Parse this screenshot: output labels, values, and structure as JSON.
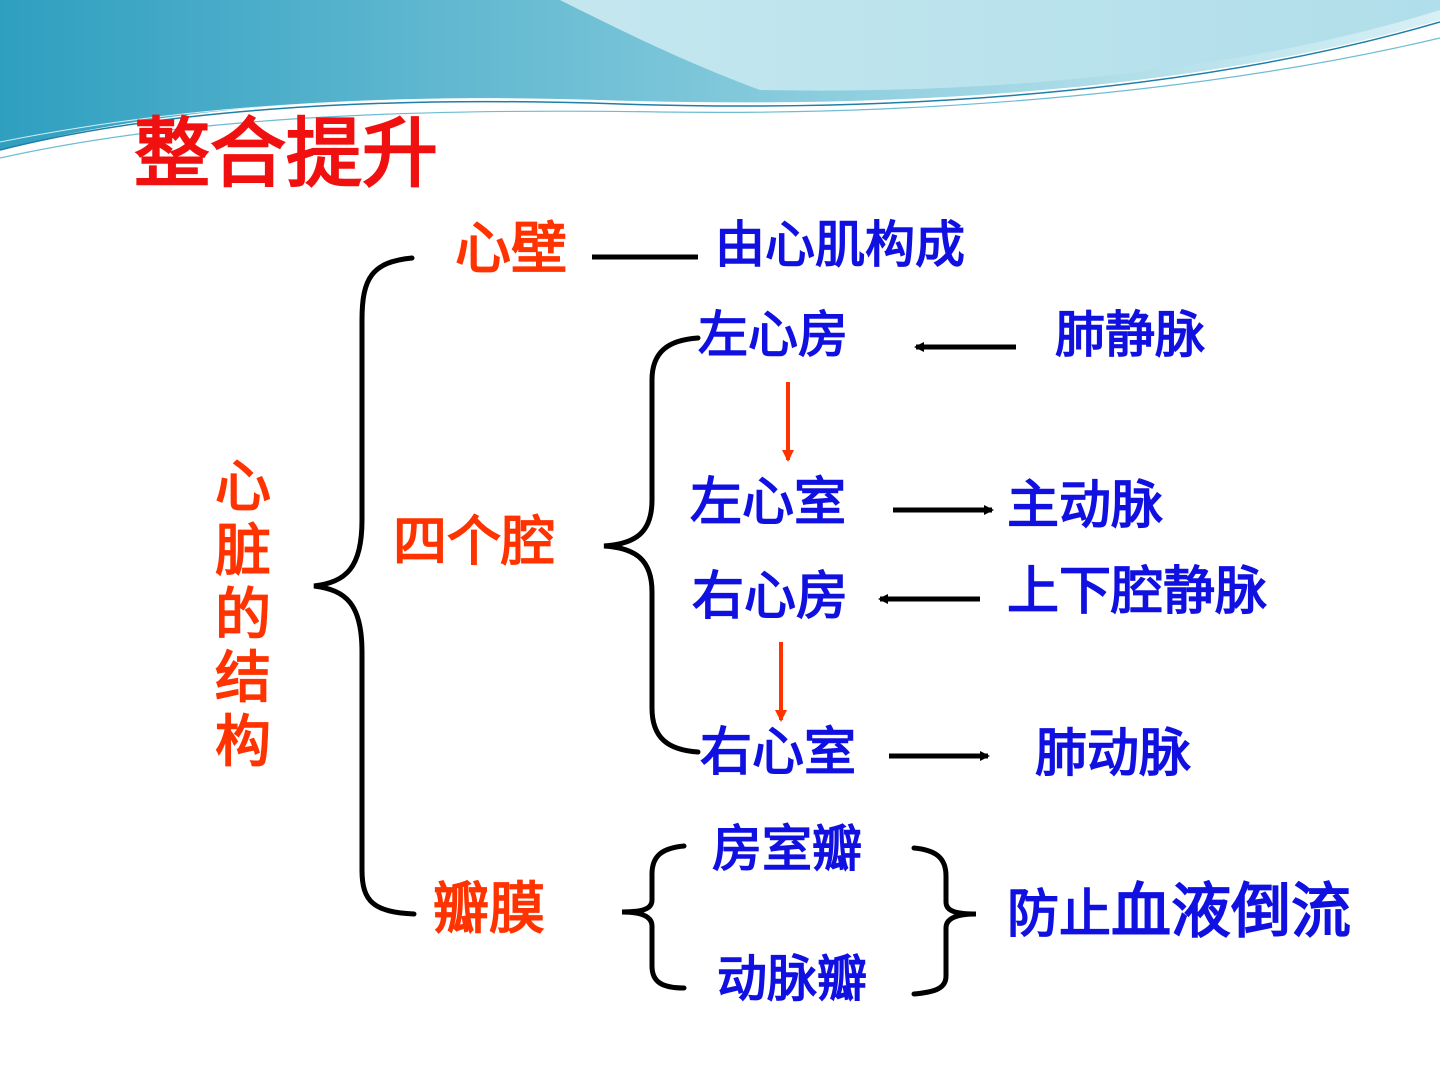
{
  "slide": {
    "title": "整合提升",
    "root": [
      "心",
      "脏",
      "的",
      "结",
      "构"
    ],
    "wall": {
      "label": "心壁",
      "desc": "由心肌构成"
    },
    "chambers": {
      "label": "四个腔",
      "left_atrium": "左心房",
      "left_ventricle": "左心室",
      "right_atrium": "右心房",
      "right_ventricle": "右心室",
      "pulmonary_vein": "肺静脉",
      "aorta": "主动脉",
      "vena_cava": "上下腔静脉",
      "pulmonary_artery": "肺动脉"
    },
    "valves": {
      "label": "瓣膜",
      "av_valve": "房室瓣",
      "arterial_valve": "动脉瓣",
      "function_part1": "防止",
      "function_part2": "血液倒流"
    }
  },
  "colors": {
    "title": "#f01010",
    "category": "#ff3300",
    "detail": "#1010e0",
    "flow_arrow": "#ff3300",
    "wave_dark": "#3aa9c8",
    "wave_light": "#bfe6ef"
  }
}
